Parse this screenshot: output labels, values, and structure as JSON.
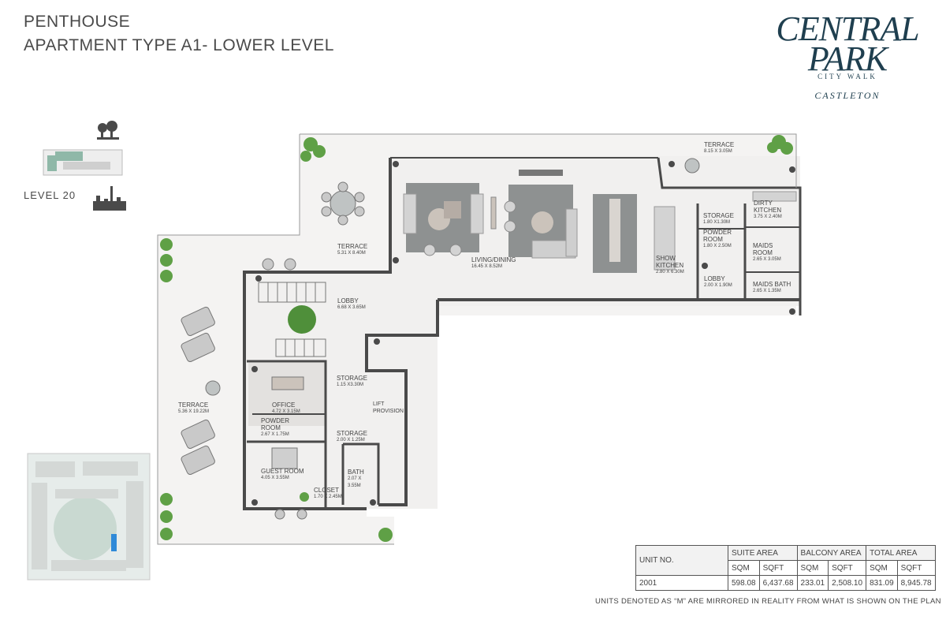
{
  "header": {
    "line1": "PENTHOUSE",
    "line2": "APARTMENT TYPE A1- LOWER LEVEL"
  },
  "logo": {
    "line1": "CENTRAL",
    "line2": "PARK",
    "line3": "CITY WALK",
    "line4": "CASTLETON"
  },
  "level_label": "LEVEL  20",
  "rooms": [
    {
      "name": "TERRACE",
      "dims": "8.15 X 3.05M"
    },
    {
      "name": "DIRTY KITCHEN",
      "dims": "3.75 X 2.40M"
    },
    {
      "name": "STORAGE",
      "dims": "1.80 X1.30M"
    },
    {
      "name": "POWDER ROOM",
      "dims": "1.80 X 2.50M"
    },
    {
      "name": "MAIDS ROOM",
      "dims": "2.65 X 3.05M"
    },
    {
      "name": "SHOW KITCHEN",
      "dims": "2.80 X 6.30M"
    },
    {
      "name": "LOBBY",
      "dims": "2.00 X 1.90M"
    },
    {
      "name": "MAIDS BATH",
      "dims": "2.65 X 1.35M"
    },
    {
      "name": "LIVING/DINING",
      "dims": "16.45 X 8.52M"
    },
    {
      "name": "TERRACE",
      "dims": "5.31 X 8.40M"
    },
    {
      "name": "LOBBY",
      "dims": "6.68 X 3.65M"
    },
    {
      "name": "STORAGE",
      "dims": "1.15 X3.30M"
    },
    {
      "name": "LIFT PROVISION",
      "dims": ""
    },
    {
      "name": "OFFICE",
      "dims": "4.72 X 3.15M"
    },
    {
      "name": "POWDER ROOM",
      "dims": "2.67 X 1.75M"
    },
    {
      "name": "STORAGE",
      "dims": "2.00 X 1.25M"
    },
    {
      "name": "TERRACE",
      "dims": "5.36 X 19.22M"
    },
    {
      "name": "GUEST ROOM",
      "dims": "4.05 X 3.55M"
    },
    {
      "name": "BATH",
      "dims": "2.07 X 3.55M"
    },
    {
      "name": "CLOSET",
      "dims": "1.70 X 2.45M"
    }
  ],
  "table": {
    "unit_header": "UNIT NO.",
    "suite_header": "SUITE AREA",
    "balcony_header": "BALCONY AREA",
    "total_header": "TOTAL AREA",
    "sqm": "SQM",
    "sqft": "SQFT",
    "row": {
      "unit": "2001",
      "suite_sqm": "598.08",
      "suite_sqft": "6,437.68",
      "balcony_sqm": "233.01",
      "balcony_sqft": "2,508.10",
      "total_sqm": "831.09",
      "total_sqft": "8,945.78"
    }
  },
  "footnote": "UNITS DENOTED AS “M” ARE MIRRORED IN REALITY FROM WHAT IS SHOWN ON THE PLAN",
  "colors": {
    "wall": "#4a4a4a",
    "floor": "#f1f0ef",
    "rug": "#8e9191",
    "sofa": "#c9c9c9",
    "plant": "#5fa046",
    "logo": "#1f3f4f",
    "keyplan_highlight": "#8fb8a8",
    "keyplan_unit": "#2f8ad8"
  }
}
